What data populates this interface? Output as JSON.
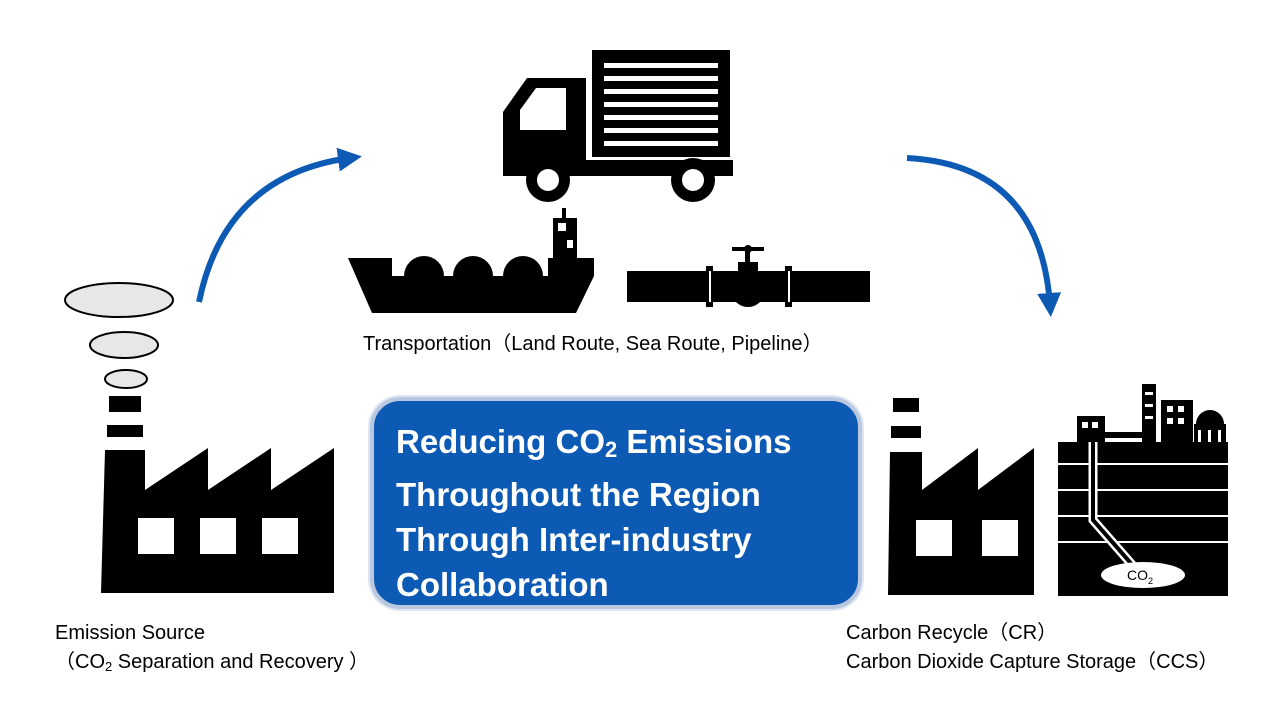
{
  "center": {
    "line1_a": "Reducing CO",
    "line1_sub": "2",
    "line1_b": " Emissions",
    "line2": "Throughout the Region",
    "line3": "Through Inter-industry",
    "line4": "Collaboration"
  },
  "transport": {
    "label": "Transportation（Land Route, Sea Route, Pipeline）"
  },
  "emission": {
    "line1": "Emission Source",
    "line2_a": "（CO",
    "line2_sub": "2",
    "line2_b": " Separation and Recovery ）"
  },
  "recycle": {
    "line1": "Carbon Recycle（CR）",
    "line2": "Carbon Dioxide Capture Storage（CCS）"
  },
  "storage": {
    "co2_text": "CO",
    "co2_sub": "2"
  },
  "colors": {
    "arrow": "#0d5ab5",
    "box_fill": "#0d5ab5",
    "icon": "#000000"
  },
  "icons": {
    "truck": "truck-icon",
    "ship": "tanker-ship-icon",
    "pipeline": "pipeline-valve-icon",
    "factory_left": "factory-icon",
    "factory_right": "factory-icon",
    "storage": "underground-storage-icon"
  }
}
